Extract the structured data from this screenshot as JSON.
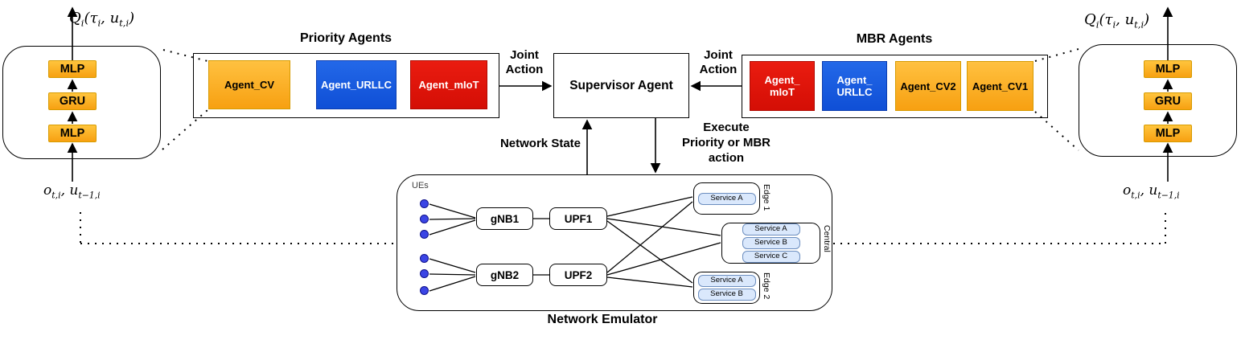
{
  "colors": {
    "agent_orange": "#F7A011",
    "agent_orange_border": "#D79B00",
    "agent_blue": "#1659E0",
    "agent_red": "#E3120B",
    "service_fill": "#DAE8FC",
    "service_border": "#6C8EBF",
    "ue_dot_fill": "#3B45E5",
    "line_color": "#000000"
  },
  "math": {
    "q_output": {
      "base": "Q",
      "sub1": "i",
      "open": "(τ",
      "sub2": "i",
      "mid": ", u",
      "sub3": "t,i",
      "close": ")"
    },
    "o_input": {
      "base": "o",
      "sub1": "t,i",
      "mid": ", u",
      "sub2": "t−1,i"
    }
  },
  "agent_network": {
    "layers": [
      "MLP",
      "GRU",
      "MLP"
    ]
  },
  "priority": {
    "title": "Priority Agents",
    "agents": [
      {
        "lines": [
          "Agent_CV"
        ]
      },
      {
        "lines": [
          "Agent_URLLC"
        ]
      },
      {
        "lines": [
          "Agent_mIoT"
        ]
      }
    ]
  },
  "mbr": {
    "title": "MBR Agents",
    "agents": [
      {
        "lines": [
          "Agent_",
          "mIoT"
        ]
      },
      {
        "lines": [
          "Agent_",
          "URLLC"
        ]
      },
      {
        "lines": [
          "Agent_CV2"
        ]
      },
      {
        "lines": [
          "Agent_CV1"
        ]
      }
    ]
  },
  "supervisor": {
    "label": "Supervisor Agent"
  },
  "flows": {
    "joint_action_left": {
      "line1": "Joint",
      "line2": "Action"
    },
    "joint_action_right": {
      "line1": "Joint",
      "line2": "Action"
    },
    "network_state": "Network State",
    "execute": {
      "line1": "Execute",
      "line2": "Priority or MBR",
      "line3": "action"
    }
  },
  "emulator": {
    "title": "Network Emulator",
    "ues_label": "UEs",
    "ue_count": 6,
    "nodes": {
      "gnb1": "gNB1",
      "upf1": "UPF1",
      "gnb2": "gNB2",
      "upf2": "UPF2"
    },
    "sites": [
      {
        "name": "Edge 1",
        "services": [
          "Service A"
        ]
      },
      {
        "name": "Central",
        "services": [
          "Service A",
          "Service B",
          "Service C"
        ]
      },
      {
        "name": "Edge 2",
        "services": [
          "Service A",
          "Service B"
        ]
      }
    ]
  }
}
